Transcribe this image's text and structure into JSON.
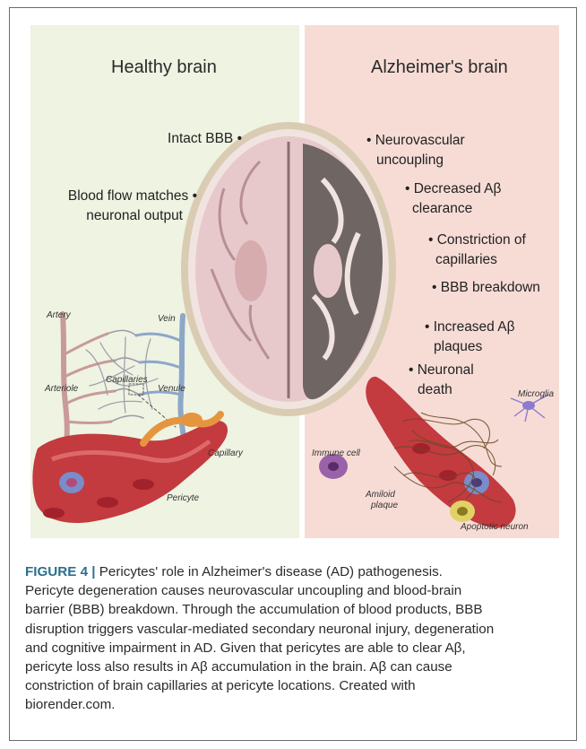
{
  "panels": {
    "left_title": "Healthy brain",
    "right_title": "Alzheimer's brain"
  },
  "left_labels": {
    "intact_bbb": "Intact BBB  •",
    "blood_flow_1": "Blood flow matches  •",
    "blood_flow_2": "neuronal output"
  },
  "right_labels": {
    "neurovascular_1": "• Neurovascular",
    "neurovascular_2": "uncoupling",
    "clearance_1": "• Decreased Aβ",
    "clearance_2": "clearance",
    "constriction_1": "• Constriction of",
    "constriction_2": "capillaries",
    "bbb_breakdown": "• BBB breakdown",
    "plaques_1": "• Increased Aβ",
    "plaques_2": "plaques",
    "death_1": "• Neuronal",
    "death_2": "death"
  },
  "diagram_labels": {
    "artery": "Artery",
    "vein": "Vein",
    "arteriole": "Arteriole",
    "capillaries": "Capillaries",
    "venule": "Venule",
    "capillary": "Capillary",
    "pericyte": "Pericyte",
    "microglia": "Microglia",
    "immune_cell": "Immune cell",
    "amiloid_1": "Amiloid",
    "amiloid_2": "plaque",
    "apoptotic_neuron": "Apoptotic neuron"
  },
  "caption": {
    "figure_label": "FIGURE 4",
    "separator": "|",
    "line_1": "Pericytes' role in Alzheimer's disease (AD) pathogenesis.",
    "line_2": "Pericyte degeneration causes neurovascular uncoupling and blood-brain",
    "line_3": "barrier (BBB) breakdown. Through the accumulation of blood products, BBB",
    "line_4": "disruption triggers vascular-mediated secondary neuronal injury, degeneration",
    "line_5": "and cognitive impairment in AD. Given that pericytes are able to clear Aβ,",
    "line_6": "pericyte loss also results in Aβ accumulation in the brain. Aβ can cause",
    "line_7": "constriction of brain capillaries at pericyte locations. Created with",
    "line_8": "biorender.com."
  },
  "colors": {
    "healthy_panel": "#eef3e2",
    "ad_panel": "#f7dcd6",
    "figure_label": "#2a6f8f"
  }
}
